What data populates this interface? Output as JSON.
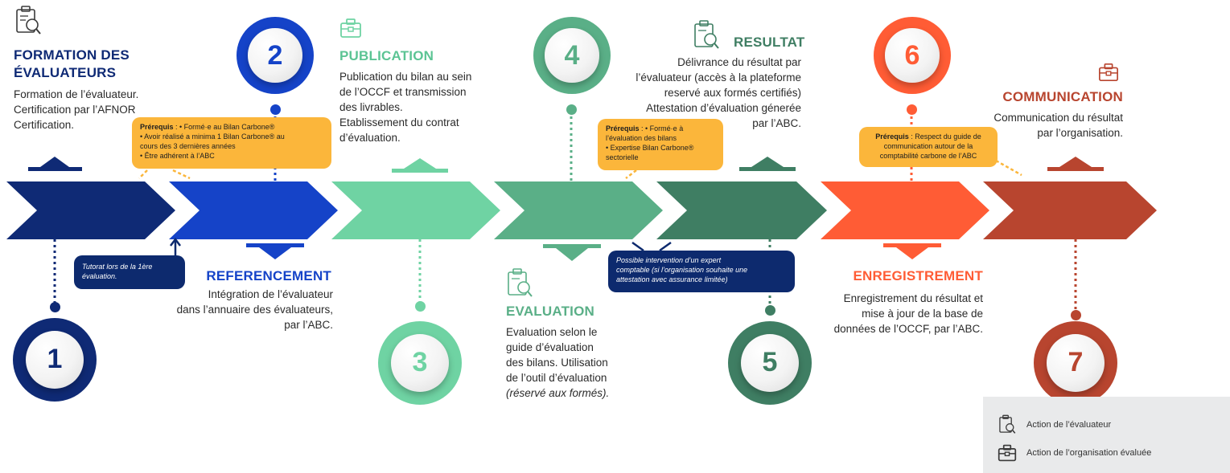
{
  "steps": [
    {
      "number": "1",
      "title_line1": "FORMATION DES",
      "title_line2": "ÉVALUATEURS",
      "desc_lines": [
        "Formation de l’évaluateur.",
        "Certification par l’AFNOR",
        "Certification."
      ],
      "color": "#0f2a75"
    },
    {
      "number": "2",
      "title": "REFERENCEMENT",
      "desc_lines": [
        "Intégration de l’évaluateur",
        "dans l’annuaire des évaluateurs,",
        "par l’ABC."
      ],
      "color": "#1543c8"
    },
    {
      "number": "3",
      "title": "PUBLICATION",
      "desc_lines": [
        "Publication du bilan au sein",
        "de l’OCCF et transmission",
        "des livrables.",
        "Etablissement du contrat",
        "d’évaluation."
      ],
      "color": "#6fd3a3"
    },
    {
      "number": "4",
      "title": "EVALUATION",
      "desc_lines": [
        "Evaluation selon le",
        "guide d’évaluation",
        "des bilans. Utilisation",
        "de l’outil d’évaluation"
      ],
      "desc_italic": "(réservé aux formés).",
      "color": "#5aaf87"
    },
    {
      "number": "5",
      "title": "RESULTAT",
      "desc_lines": [
        "Délivrance du résultat par",
        "l’évaluateur (accès à la plateforme",
        "reservé aux formés certifiés)",
        "Attestation d’évaluation génerée",
        "par l’ABC."
      ],
      "color": "#3f7e63"
    },
    {
      "number": "6",
      "title": "ENREGISTREMENT",
      "desc_lines": [
        "Enregistrement du résultat et",
        "mise à jour de la base de",
        "données de l’OCCF, par l’ABC."
      ],
      "color": "#ff5c35"
    },
    {
      "number": "7",
      "title": "COMMUNICATION",
      "desc_lines": [
        "Communication du résultat",
        "par l’organisation."
      ],
      "color": "#b8452f"
    }
  ],
  "notes": {
    "prereq1": {
      "label": "Prérequis",
      "lines": [
        " : • Formé·e au Bilan Carbone®",
        "• Avoir réalisé a minima 1 Bilan Carbone® au",
        "cours des 3 dernières années",
        "• Être adhérent à l’ABC"
      ]
    },
    "prereq4": {
      "label": "Prérequis",
      "lines": [
        " : • Formé·e à",
        "l’évaluation des bilans",
        "• Expertise Bilan Carbone®",
        "sectorielle"
      ]
    },
    "prereq7": {
      "label": "Prérequis",
      "lines": [
        " : Respect du guide de",
        "communication autour de la",
        "comptabilité carbone de l’ABC"
      ]
    },
    "tutorat": {
      "lines": [
        "Tutorat lors de la 1ère",
        "évaluation."
      ]
    },
    "expert": {
      "lines": [
        "Possible intervention d’un expert",
        "comptable (si l’organisation souhaite une",
        "attestation avec assurance limitée)"
      ]
    }
  },
  "legend": {
    "evaluateur": "Action de l’évaluateur",
    "organisation": "Action de l’organisation évaluée",
    "evaluateur_icon": "clipboard-magnifier-icon",
    "organisation_icon": "briefcase-icon"
  }
}
